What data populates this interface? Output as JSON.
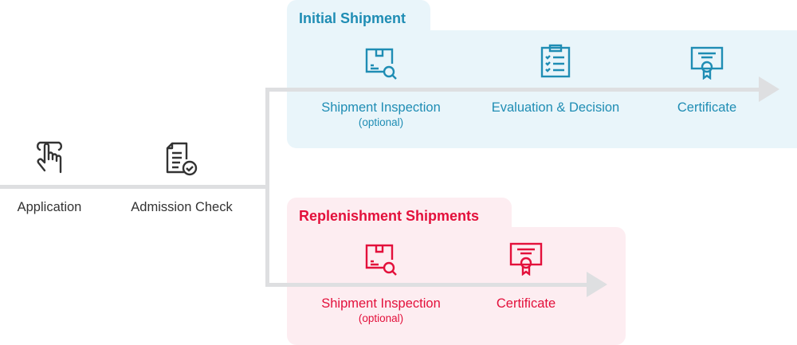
{
  "start_steps": [
    {
      "label": "Application",
      "icon": "hand-pointer-icon"
    },
    {
      "label": "Admission Check",
      "icon": "document-check-icon"
    }
  ],
  "initial": {
    "title": "Initial Shipment",
    "color": "#1f8db4",
    "steps": [
      {
        "label": "Shipment Inspection",
        "note": "(optional)",
        "icon": "package-search-icon"
      },
      {
        "label": "Evaluation & Decision",
        "icon": "clipboard-checklist-icon"
      },
      {
        "label": "Certificate",
        "icon": "certificate-icon"
      }
    ]
  },
  "replenishment": {
    "title": "Replenishment Shipments",
    "color": "#e3103b",
    "steps": [
      {
        "label": "Shipment Inspection",
        "note": "(optional)",
        "icon": "package-search-icon"
      },
      {
        "label": "Certificate",
        "icon": "certificate-icon"
      }
    ]
  }
}
